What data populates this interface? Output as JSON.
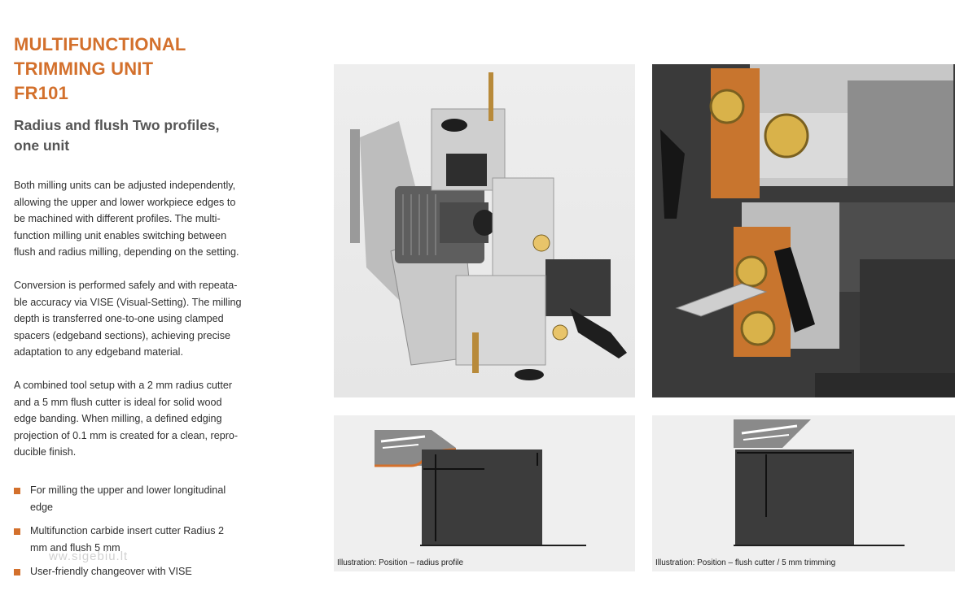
{
  "heading": {
    "line1": "MULTIFUNCTIONAL",
    "line2": "TRIMMING UNIT",
    "line3": "FR101",
    "subtitle_line1": "Radius and flush Two profiles,",
    "subtitle_line2": "one unit"
  },
  "body": {
    "p1": [
      "Both milling units can be adjusted independently,",
      "allowing the upper and lower workpiece edges to",
      "be machined with different profiles. The multi-",
      "function milling unit enables switching between",
      "flush and radius milling, depending on the setting."
    ],
    "p2": [
      "Conversion is performed safely and with repeata-",
      "ble accuracy via VISE (Visual-Setting). The milling",
      "depth is transferred one-to-one using clamped",
      "spacers (edgeband sections), achieving precise",
      "adaptation to any edgeband material."
    ],
    "p3": [
      "A combined tool setup with a 2 mm radius cutter",
      "and a 5 mm flush cutter is ideal for solid wood",
      "edge banding. When milling, a defined edging",
      "projection of 0.1 mm is created for a clean, repro-",
      "ducible finish."
    ]
  },
  "bullets": [
    [
      "For milling the upper and lower longitudinal",
      "edge"
    ],
    [
      "Multifunction carbide insert cutter Radius 2",
      "mm and flush 5 mm"
    ],
    [
      "User-friendly changeover with VISE"
    ]
  ],
  "watermark": "ww.sigebiu.lt",
  "captions": {
    "left": "Illustration: Position – radius profile",
    "right": "Illustration: Position – flush cutter / 5 mm trimming"
  },
  "colors": {
    "accent": "#d3702c",
    "text": "#2e2e2e",
    "panel": "#efefef",
    "block": "#3c3c3c"
  }
}
